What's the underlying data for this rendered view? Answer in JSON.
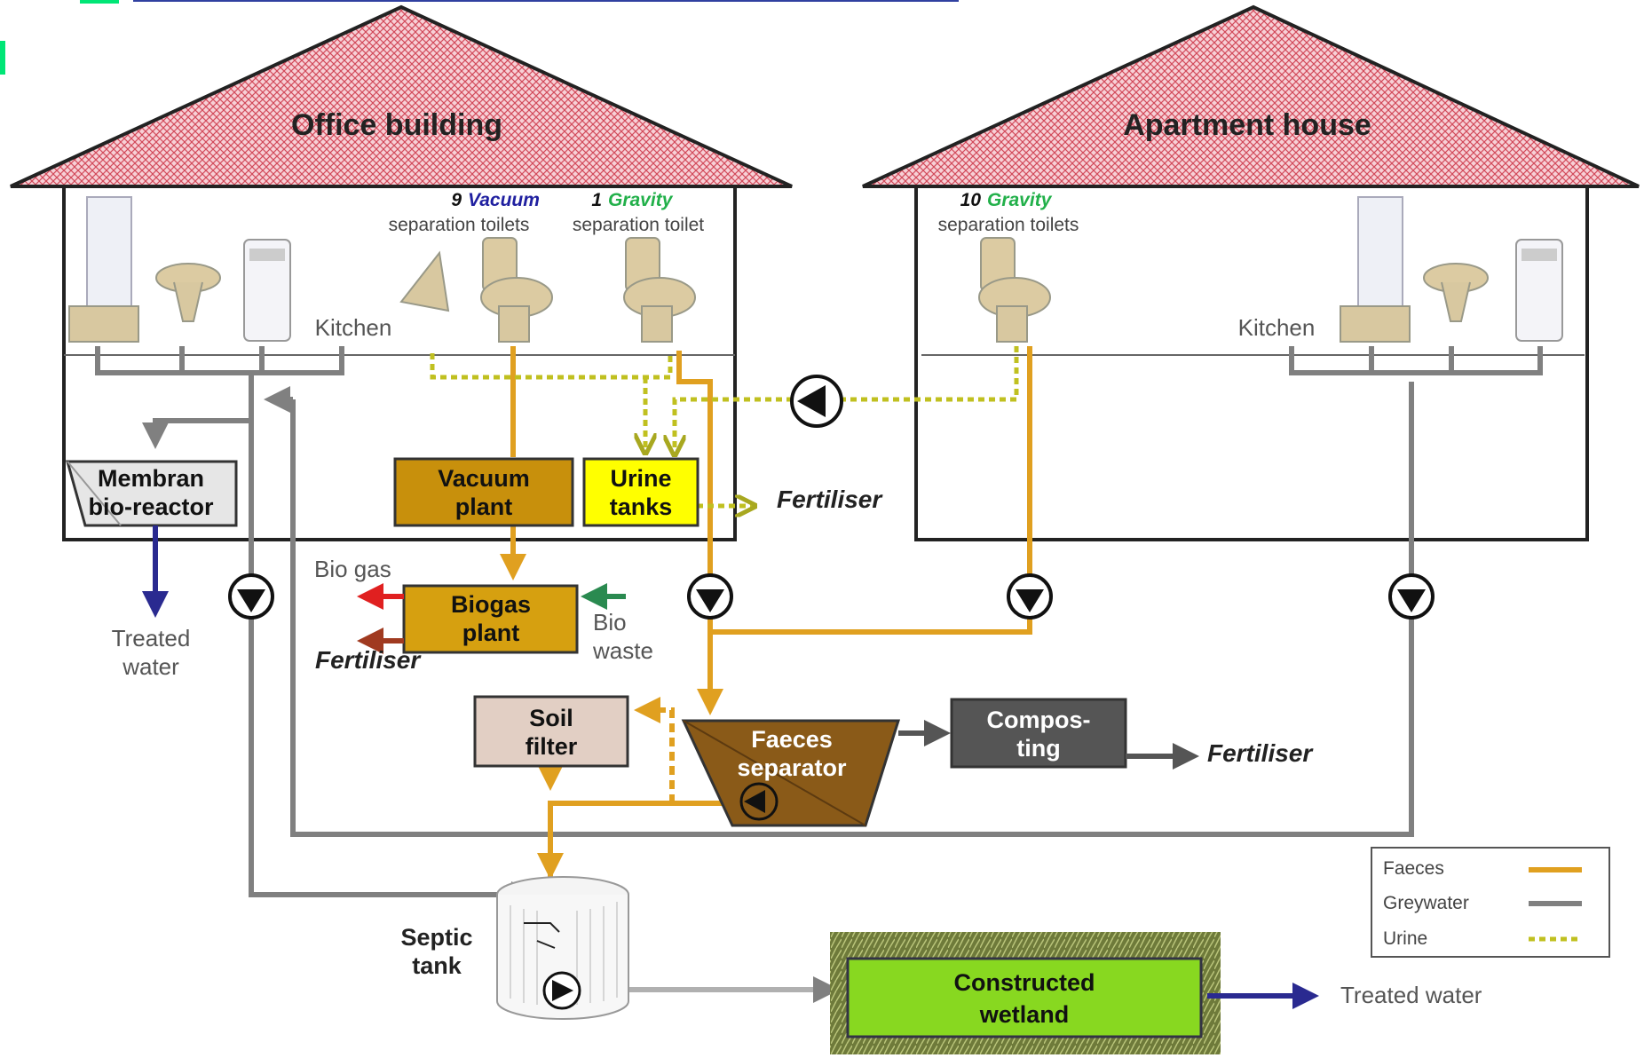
{
  "buildings": {
    "office": {
      "title": "Office building",
      "kitchen": "Kitchen"
    },
    "apartment": {
      "title": "Apartment house",
      "kitchen": "Kitchen"
    }
  },
  "toilets": {
    "office_vacuum": {
      "count": "9",
      "type": "Vacuum",
      "desc": "separation toilets"
    },
    "office_gravity": {
      "count": "1",
      "type": "Gravity",
      "desc": "separation toilet"
    },
    "apartment_gravity": {
      "count": "10",
      "type": "Gravity",
      "desc": "separation toilets"
    }
  },
  "nodes": {
    "membrane": [
      "Membran",
      "bio-reactor"
    ],
    "vacuum_plant": [
      "Vacuum",
      "plant"
    ],
    "urine_tanks": [
      "Urine",
      "tanks"
    ],
    "biogas_plant": [
      "Biogas",
      "plant"
    ],
    "soil_filter": [
      "Soil",
      "filter"
    ],
    "faeces_separator": [
      "Faeces",
      "separator"
    ],
    "composting": [
      "Compos-",
      "ting"
    ],
    "septic_tank": [
      "Septic",
      "tank"
    ],
    "wetland": [
      "Constructed",
      "wetland"
    ]
  },
  "outputs": {
    "fertiliser_urine": "Fertiliser",
    "fertiliser_biogas": "Fertiliser",
    "fertiliser_compost": "Fertiliser",
    "bio_gas": "Bio gas",
    "bio_waste": [
      "Bio",
      "waste"
    ],
    "treated_water_mbr": [
      "Treated",
      "water"
    ],
    "treated_water_wetland": "Treated water"
  },
  "legend": [
    {
      "label": "Faeces",
      "color": "#e0a020",
      "style": "solid"
    },
    {
      "label": "Greywater",
      "color": "#808080",
      "style": "solid"
    },
    {
      "label": "Urine",
      "color": "#c0c020",
      "style": "dashed"
    }
  ],
  "colors": {
    "roof": "#f2b8c0",
    "roof_hatch": "#d04050",
    "faeces": "#e0a020",
    "greywater": "#808080",
    "urine": "#c0c020",
    "vacuum_plant": "#c8900c",
    "urine_tanks": "#ffff00",
    "biogas": "#d6a010",
    "faeces_sep": "#8a5a18",
    "compost": "#555555",
    "wetland": "#88d820",
    "treated": "#2a2a90",
    "biogas_arrow": "#e02020",
    "fert_arrow": "#a03a20",
    "biowaste_arrow": "#2a8a50",
    "gravity_text": "#22b04a",
    "vacuum_text": "#2020a0"
  }
}
